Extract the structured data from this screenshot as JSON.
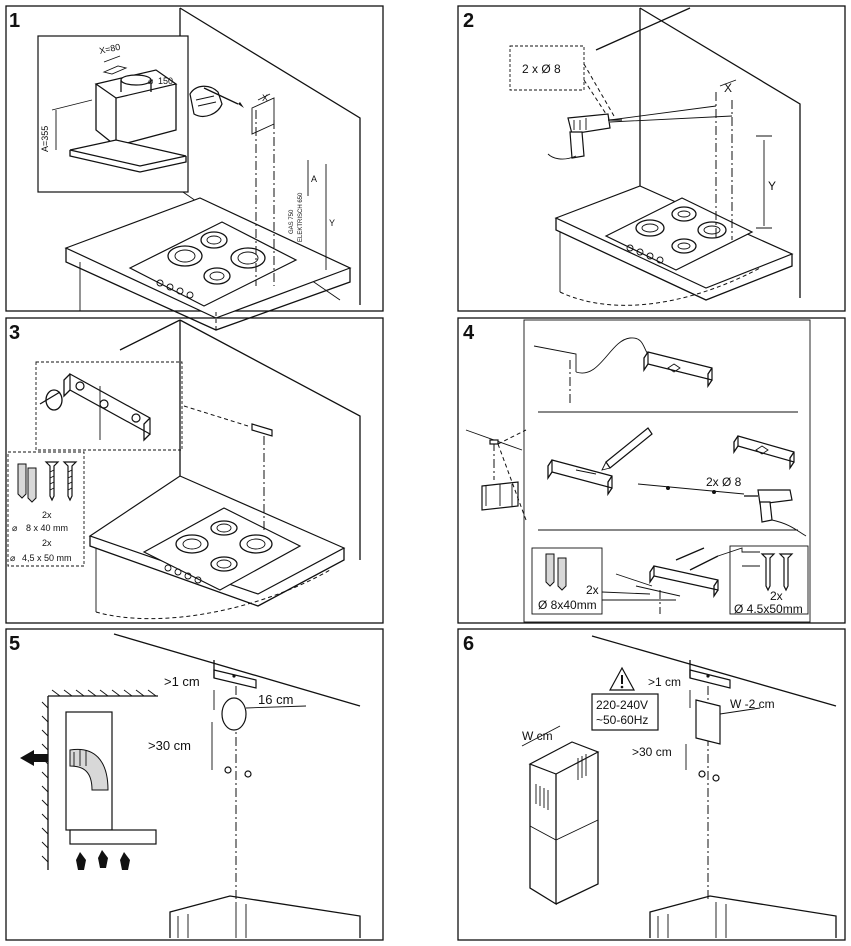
{
  "panels": [
    {
      "number": "1",
      "labels": {
        "x80": "X=80",
        "diameter": "150",
        "a355": "A=355",
        "x": "X",
        "a": "A",
        "y": "Y",
        "gas": "GAS 750",
        "electric": "ELEKTRISCH 650"
      }
    },
    {
      "number": "2",
      "labels": {
        "holes": "2 x Ø 8",
        "x": "X",
        "y": "Y"
      }
    },
    {
      "number": "3",
      "labels": {
        "qty1": "2x",
        "size1": "8 x 40 mm",
        "qty2": "2x",
        "size2": "4,5 x 50 mm"
      }
    },
    {
      "number": "4",
      "labels": {
        "holes": "2x Ø 8",
        "qty_left": "2x",
        "plug": "Ø 8x40mm",
        "qty_right": "2x",
        "screw": "Ø 4.5x50mm"
      }
    },
    {
      "number": "5",
      "labels": {
        "gap_top": ">1 cm",
        "diameter": "16 cm",
        "gap_bottom": ">30 cm"
      }
    },
    {
      "number": "6",
      "labels": {
        "gap_top": ">1 cm",
        "voltage": "220-240V",
        "frequency": "~50-60Hz",
        "width_minus": "W -2 cm",
        "width": "W cm",
        "gap_bottom": ">30 cm"
      }
    }
  ]
}
